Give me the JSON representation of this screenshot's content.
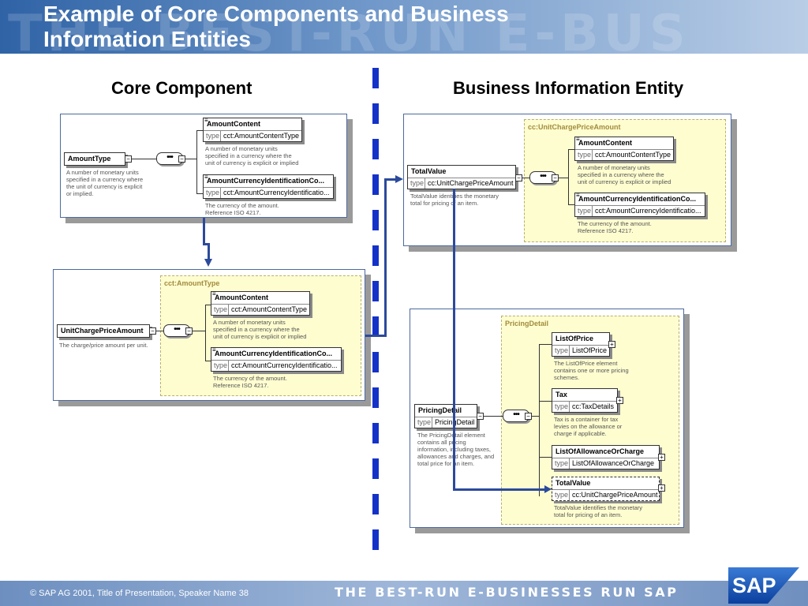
{
  "slide": {
    "title_lines": [
      "Example of Core Components and Business",
      "Information Entities"
    ],
    "watermark": "THE BEST-RUN E-BUS",
    "left_heading": "Core Component",
    "right_heading": "Business Information Entity"
  },
  "core_type_diagram": {
    "root": {
      "name": "AmountType",
      "desc": [
        "A number of monetary units",
        "specified in a currency where",
        "the unit of currency is explicit",
        "or implied."
      ]
    },
    "children": [
      {
        "name": "AmountContent",
        "type_key": "type",
        "type": "cct:AmountContentType",
        "desc": [
          "A number of monetary units",
          "specified in a currency where the",
          "unit of currency is explicit or implied"
        ]
      },
      {
        "name": "AmountCurrencyIdentificationCo...",
        "type_key": "type",
        "type": "cct:AmountCurrencyIdentificatio...",
        "desc": [
          "The currency of the amount.",
          "Reference ISO 4217."
        ]
      }
    ]
  },
  "core_bie_diagram": {
    "group_label": "cct:AmountType",
    "root": {
      "name": "UnitChargePriceAmount",
      "desc": [
        "The charge/price amount per unit."
      ]
    },
    "children": [
      {
        "name": "AmountContent",
        "type_key": "type",
        "type": "cct:AmountContentType",
        "desc": [
          "A number of monetary units",
          "specified in a currency where the",
          "unit of currency is explicit or implied"
        ]
      },
      {
        "name": "AmountCurrencyIdentificationCo...",
        "type_key": "type",
        "type": "cct:AmountCurrencyIdentificatio...",
        "desc": [
          "The currency of the amount.",
          "Reference ISO 4217."
        ]
      }
    ]
  },
  "bie_total_value": {
    "group_label": "cc:UnitChargePriceAmount",
    "root": {
      "name": "TotalValue",
      "type_key": "type",
      "type": "cc:UnitChargePriceAmount",
      "desc": [
        "TotalValue  identifies the monetary",
        "total for pricing of an item."
      ]
    },
    "children": [
      {
        "name": "AmountContent",
        "type_key": "type",
        "type": "cct:AmountContentType",
        "desc": [
          "A number of monetary units",
          "specified in a currency where the",
          "unit of currency is explicit or implied"
        ]
      },
      {
        "name": "AmountCurrencyIdentificationCo...",
        "type_key": "type",
        "type": "cct:AmountCurrencyIdentificatio...",
        "desc": [
          "The currency of the amount.",
          "Reference ISO 4217."
        ]
      }
    ]
  },
  "bie_pricing": {
    "group_label": "PricingDetail",
    "root": {
      "name": "PricingDetail",
      "type_key": "type",
      "type": "PricingDetail",
      "desc": [
        "The PricingDetail element",
        "contains all pricing",
        "information, including taxes,",
        "allowances and charges, and",
        "total price for an item."
      ]
    },
    "children": [
      {
        "name": "ListOfPrice",
        "type_key": "type",
        "type": "ListOfPrice",
        "desc": [
          "The ListOfPrice element",
          "contains one or more pricing",
          "schemes."
        ]
      },
      {
        "name": "Tax",
        "type_key": "type",
        "type": "cc:TaxDetails",
        "desc": [
          "Tax  is a container for tax",
          "levies on the allowance or",
          "charge if applicable."
        ]
      },
      {
        "name": "ListOfAllowanceOrCharge",
        "type_key": "type",
        "type": "ListOfAllowanceOrCharge",
        "desc": []
      },
      {
        "name": "TotalValue",
        "type_key": "type",
        "type": "cc:UnitChargePriceAmount",
        "desc": [
          "TotalValue  identifies the monetary",
          "total for pricing of an item."
        ]
      }
    ]
  },
  "symbols": {
    "sequence": "•••",
    "collapse": "−",
    "expand": "+",
    "element_marker": "≡"
  },
  "colors": {
    "arrow": "#2b4a9c",
    "divider": "#1532c8",
    "group_fill": "#fefdd0"
  },
  "footer": {
    "copyright": "©  SAP AG 2001, Title of Presentation, Speaker Name  38",
    "slogan": "THE BEST-RUN E-BUSINESSES RUN SAP",
    "logo_text": "SAP"
  }
}
